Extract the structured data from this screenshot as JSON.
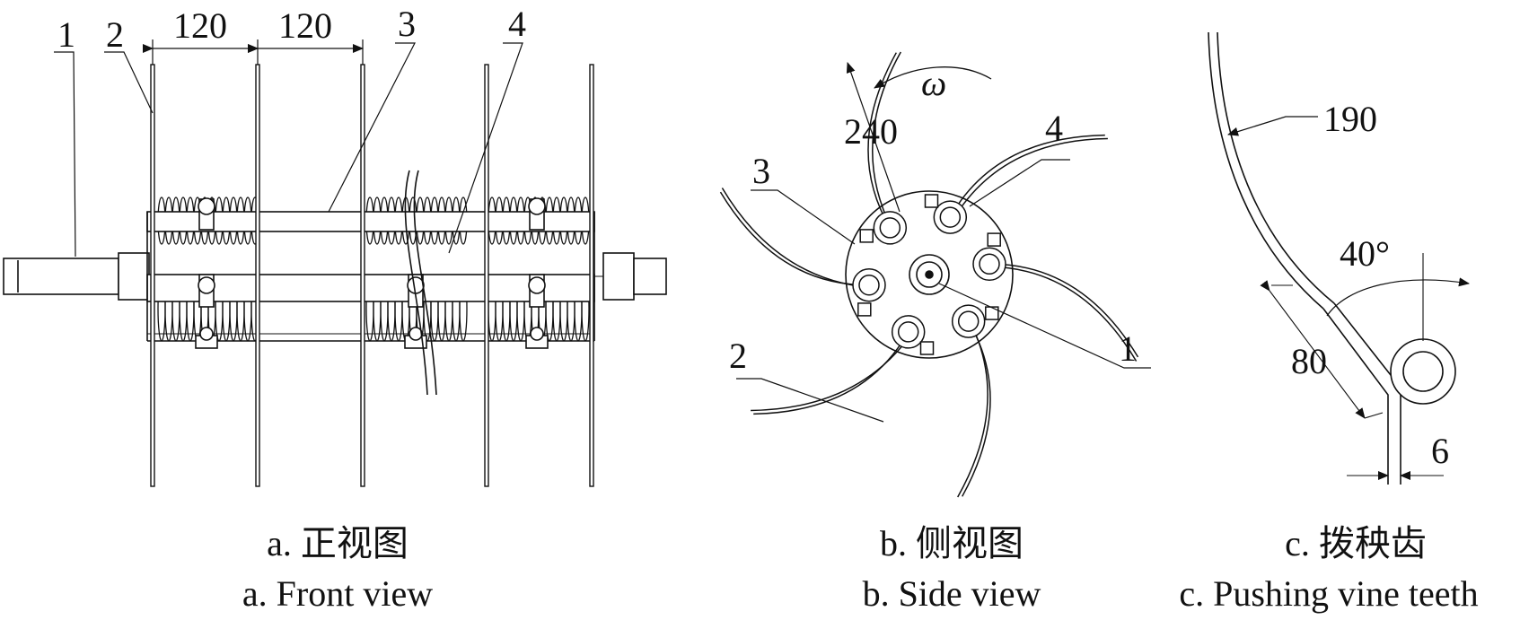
{
  "front_view": {
    "labels": {
      "shaft": "1",
      "tooth": "2",
      "bar": "3",
      "support": "4"
    },
    "dimensions": {
      "spacing_a": "120",
      "spacing_b": "120"
    },
    "caption_cn": "a. 正视图",
    "caption_en": "a. Front view"
  },
  "side_view": {
    "labels": {
      "shaft": "1",
      "tooth": "2",
      "clamp": "3",
      "plate": "4"
    },
    "dimensions": {
      "radius": "240",
      "rotation_symbol": "ω"
    },
    "caption_cn": "b. 侧视图",
    "caption_en": "b. Side view"
  },
  "tooth_view": {
    "dimensions": {
      "bend_radius": "190",
      "angle": "40°",
      "length": "80",
      "wire_dia": "6"
    },
    "caption_cn": "c. 拨秧齿",
    "caption_en": "c. Pushing vine teeth"
  }
}
